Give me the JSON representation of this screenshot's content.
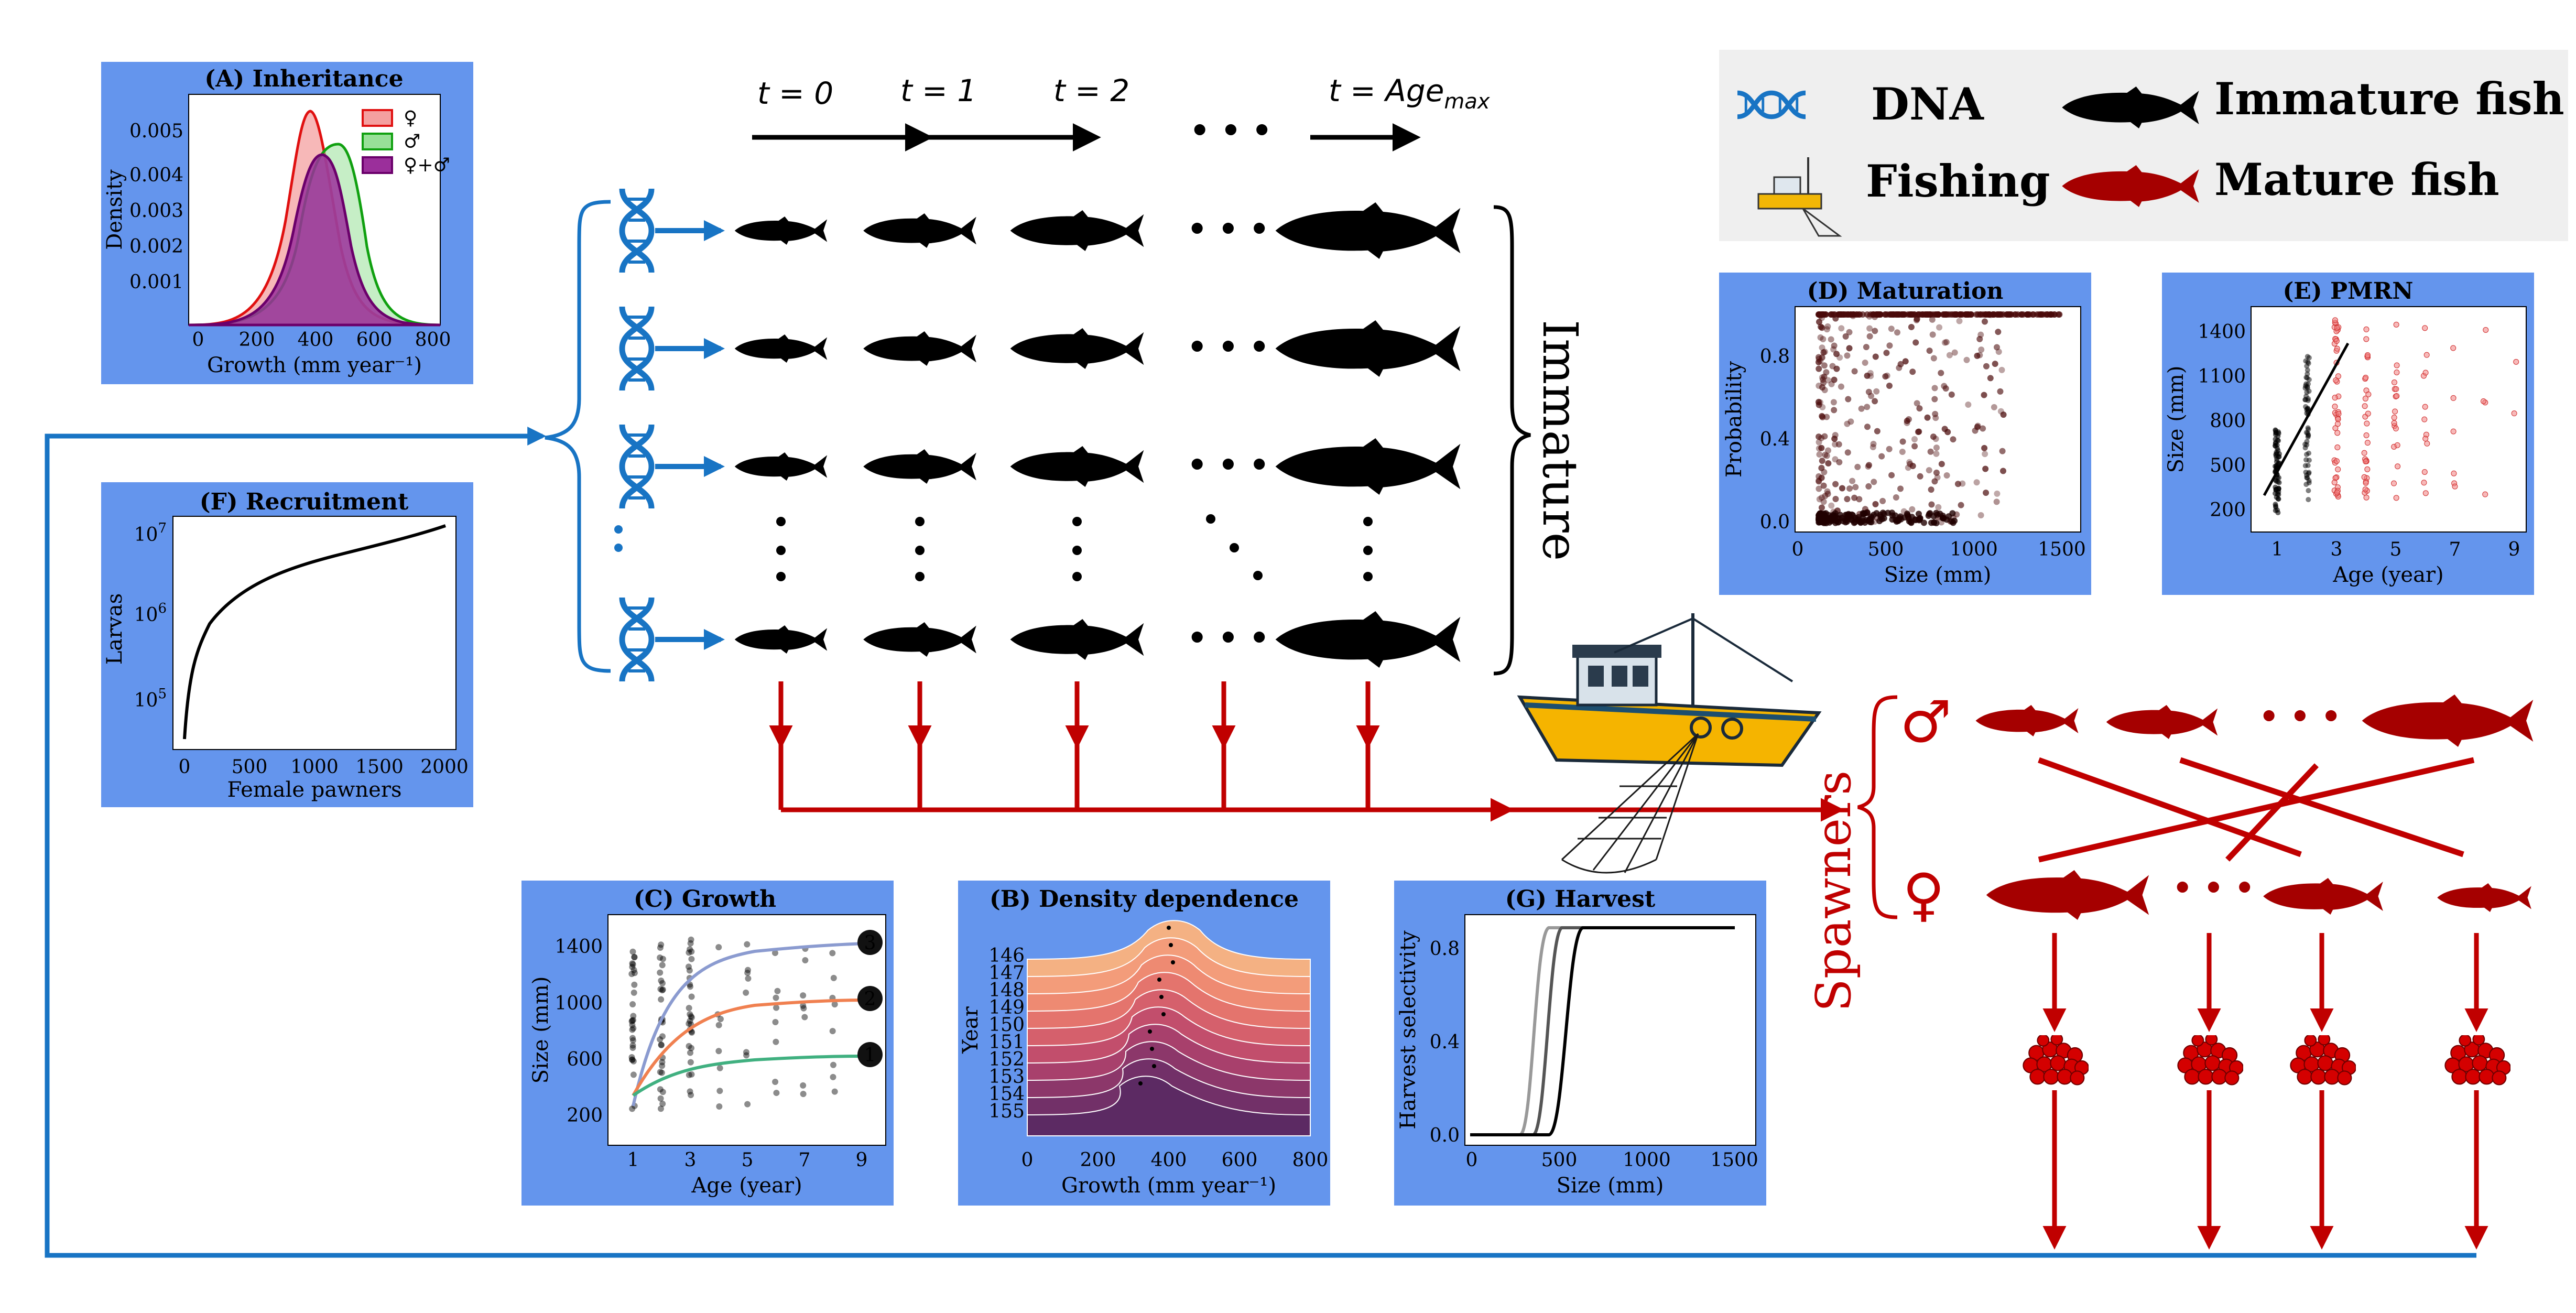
{
  "legend": {
    "dna": "DNA",
    "fishing": "Fishing",
    "immature": "Immature fish",
    "mature": "Mature fish"
  },
  "timeline": {
    "t0": "t = 0",
    "t1": "t = 1",
    "t2": "t = 2",
    "tmax_base": "t = Age",
    "tmax_sub": "max",
    "ellipsis": "• • •"
  },
  "labels": {
    "immature": "Immature",
    "spawners": "Spawners",
    "male_symbol": "♂",
    "female_symbol": "♀"
  },
  "colors": {
    "panel_bg": "#6495ed",
    "blue_line": "#1874c4",
    "red": "#c00000",
    "fish_black": "#000000",
    "fish_red": "#a50000"
  },
  "panels": {
    "inheritance": {
      "title": "(A) Inheritance",
      "xlabel": "Growth (mm year⁻¹)",
      "ylabel": "Density",
      "xticks": [
        "0",
        "200",
        "400",
        "600",
        "800"
      ],
      "yticks": [
        "0.001",
        "0.002",
        "0.003",
        "0.004",
        "0.005"
      ],
      "legend": [
        "♀",
        "♂",
        "♀+♂"
      ]
    },
    "recruitment": {
      "title": "(F) Recruitment",
      "xlabel": "Female pawners",
      "ylabel": "Larvas",
      "xticks": [
        "0",
        "500",
        "1000",
        "1500",
        "2000"
      ],
      "ytick_base": [
        "10",
        "10",
        "10"
      ],
      "ytick_exp": [
        "5",
        "6",
        "7"
      ]
    },
    "growth": {
      "title": "(C) Growth",
      "xlabel": "Age (year)",
      "ylabel": "Size (mm)",
      "xticks": [
        "1",
        "3",
        "5",
        "7",
        "9"
      ],
      "yticks": [
        "200",
        "600",
        "1000",
        "1400"
      ],
      "curve_labels": [
        "1",
        "2",
        "3"
      ]
    },
    "density": {
      "title": "(B) Density dependence",
      "xlabel": "Growth (mm year⁻¹)",
      "ylabel": "Year",
      "xticks": [
        "0",
        "200",
        "400",
        "600",
        "800"
      ],
      "years": [
        "146",
        "147",
        "148",
        "149",
        "150",
        "151",
        "152",
        "153",
        "154",
        "155"
      ]
    },
    "harvest": {
      "title": "(G) Harvest",
      "xlabel": "Size (mm)",
      "ylabel": "Harvest selectivity",
      "xticks": [
        "0",
        "500",
        "1000",
        "1500"
      ],
      "yticks": [
        "0.0",
        "0.4",
        "0.8"
      ]
    },
    "maturation": {
      "title": "(D) Maturation",
      "xlabel": "Size (mm)",
      "ylabel": "Probability",
      "xticks": [
        "0",
        "500",
        "1000",
        "1500"
      ],
      "yticks": [
        "0.0",
        "0.4",
        "0.8"
      ]
    },
    "pmrn": {
      "title": "(E) PMRN",
      "xlabel": "Age (year)",
      "ylabel": "Size (mm)",
      "xticks": [
        "1",
        "3",
        "5",
        "7",
        "9"
      ],
      "yticks": [
        "200",
        "500",
        "800",
        "1100",
        "1400"
      ]
    }
  }
}
